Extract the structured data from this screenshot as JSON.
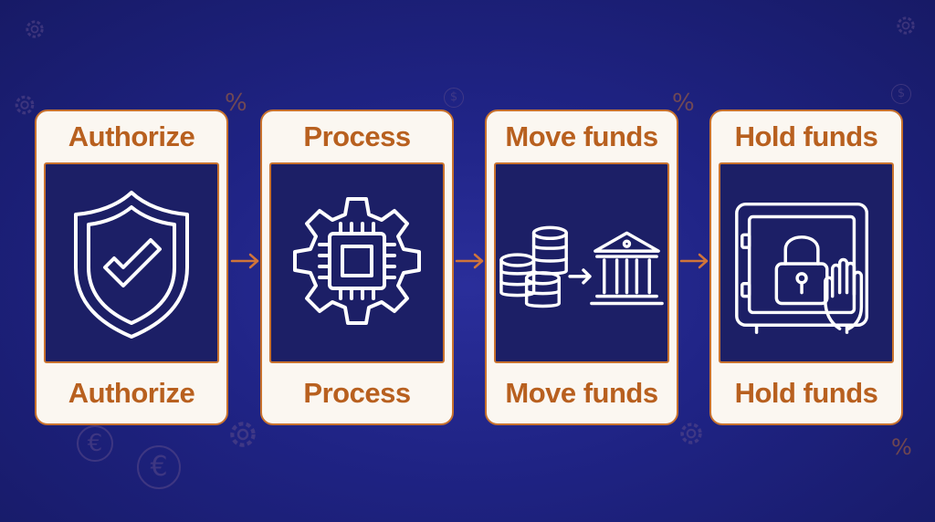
{
  "colors": {
    "background": "#1f2384",
    "card": "#fbf7f1",
    "accent": "#c8722e",
    "label": "#b8601f",
    "panel": "#1c1f66",
    "icon": "#ffffff"
  },
  "steps": [
    {
      "title": "Authorize",
      "caption": "Authorize",
      "icon": "shield-check-icon"
    },
    {
      "title": "Process",
      "caption": "Process",
      "icon": "gear-chip-icon"
    },
    {
      "title": "Move funds",
      "caption": "Move funds",
      "icon": "coins-to-bank-icon"
    },
    {
      "title": "Hold funds",
      "caption": "Hold funds",
      "icon": "safe-lock-hand-icon"
    }
  ],
  "connectors": [
    "arrow-right-icon",
    "arrow-right-icon",
    "arrow-right-icon"
  ],
  "decorations": [
    "%",
    "%",
    "%",
    "€",
    "€",
    "$",
    "$"
  ]
}
